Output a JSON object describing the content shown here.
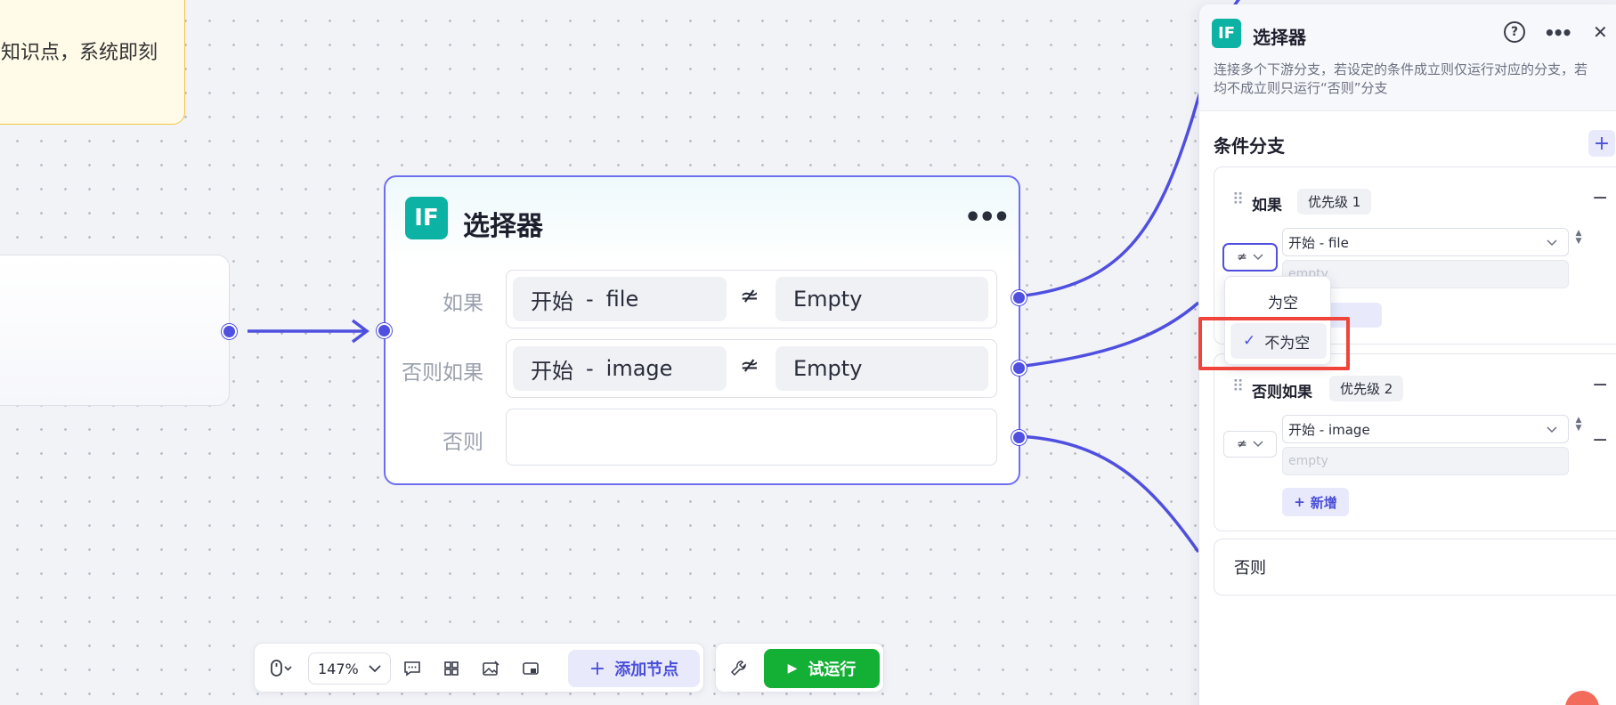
{
  "colors": {
    "accent": "#4f4fe0",
    "brand_teal": "#0cb3a4",
    "run_green": "#14b035",
    "highlight_red": "#f0443a"
  },
  "canvas": {
    "note_text": "知识点，系统即刻"
  },
  "selector_node": {
    "badge": "IF",
    "title": "选择器",
    "more": "•••",
    "rows": [
      {
        "label": "如果",
        "left_source": "开始",
        "left_sep": "-",
        "left_var": "file",
        "operator": "≄",
        "right": "Empty"
      },
      {
        "label": "否则如果",
        "left_source": "开始",
        "left_sep": "-",
        "left_var": "image",
        "operator": "≄",
        "right": "Empty"
      },
      {
        "label": "否则"
      }
    ]
  },
  "toolbar": {
    "mouse_icon": "mouse-icon",
    "zoom": "147%",
    "add_node": "添加节点",
    "add_node_prefix": "+",
    "run": "试运行",
    "run_prefix": "▶"
  },
  "panel": {
    "badge": "IF",
    "title": "选择器",
    "help": "?",
    "more": "•••",
    "close": "✕",
    "description_line1": "连接多个下游分支，若设定的条件成立则仅运行对应的分支，若",
    "description_line2": "均不成立则只运行“否则”分支",
    "section_title": "条件分支",
    "section_add": "+",
    "branches": [
      {
        "label": "如果",
        "priority": "优先级 1",
        "operator": "≄",
        "variable": "开始 - file",
        "value_placeholder": "empty"
      },
      {
        "label": "否则如果",
        "priority": "优先级 2",
        "operator": "≄",
        "variable": "开始 - image",
        "value_placeholder": "empty",
        "add_condition": "新增",
        "add_condition_prefix": "+"
      }
    ],
    "else_label": "否则",
    "dropdown": {
      "options": [
        "为空",
        "不为空"
      ],
      "selected": "不为空",
      "check": "✓"
    }
  }
}
